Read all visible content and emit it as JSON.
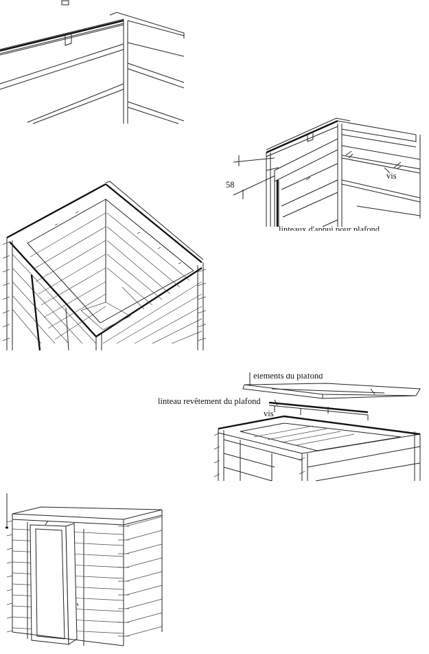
{
  "labels": {
    "step2_number": "58",
    "step2_vis": "vis",
    "step2_linteau": "linteaux d'appui pour plafond",
    "step4_elements": "éléments du plafond",
    "step4_linteau": "linteau revêtement du plafond",
    "step4_vis": "vis"
  },
  "colors": {
    "line": "#222222",
    "background": "#ffffff"
  }
}
